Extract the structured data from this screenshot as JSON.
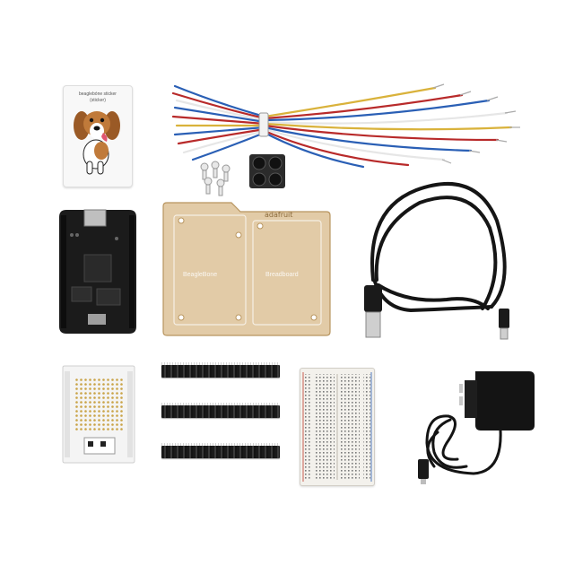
{
  "sticker": {
    "caption_line1": "beaglebóne sticker",
    "caption_line2": "(sticker)"
  },
  "cape_plate": {
    "label_left": "BeagleBone",
    "label_right": "Breadboard"
  },
  "colors": {
    "background": "#ffffff",
    "board_black": "#1b1b1b",
    "acrylic_amber": "#d8b98a",
    "protoboard_white": "#f4f4f4",
    "header_black": "#1e1e1e",
    "wire_blue": "#2a5fb5",
    "wire_red": "#b82a2a",
    "wire_yellow": "#d9b23b",
    "wire_white": "#e6e6e6"
  },
  "items": [
    {
      "name": "beaglebone-sticker",
      "icon": "beagle-dog-icon"
    },
    {
      "name": "jumper-wires-bundle",
      "icon": "jumper-wires-icon"
    },
    {
      "name": "screws-and-standoffs",
      "icon": "screws-icon"
    },
    {
      "name": "rubber-feet",
      "icon": "rubber-feet-icon"
    },
    {
      "name": "beaglebone-black-board",
      "icon": "circuit-board-icon"
    },
    {
      "name": "acrylic-mounting-plate",
      "icon": "mounting-plate-icon"
    },
    {
      "name": "usb-cable",
      "icon": "usb-cable-icon"
    },
    {
      "name": "proto-cape",
      "icon": "proto-board-icon"
    },
    {
      "name": "pin-headers",
      "icon": "pin-header-icon"
    },
    {
      "name": "half-size-breadboard",
      "icon": "breadboard-icon"
    },
    {
      "name": "power-adapter",
      "icon": "power-adapter-icon"
    }
  ]
}
